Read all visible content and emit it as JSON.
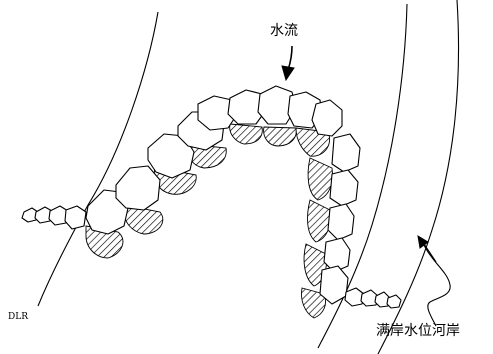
{
  "labels": {
    "flow": "水流",
    "dlr": "DLR",
    "bankfull": "满岸水位河岸"
  },
  "colors": {
    "ink": "#000000",
    "paper": "#ffffff"
  }
}
